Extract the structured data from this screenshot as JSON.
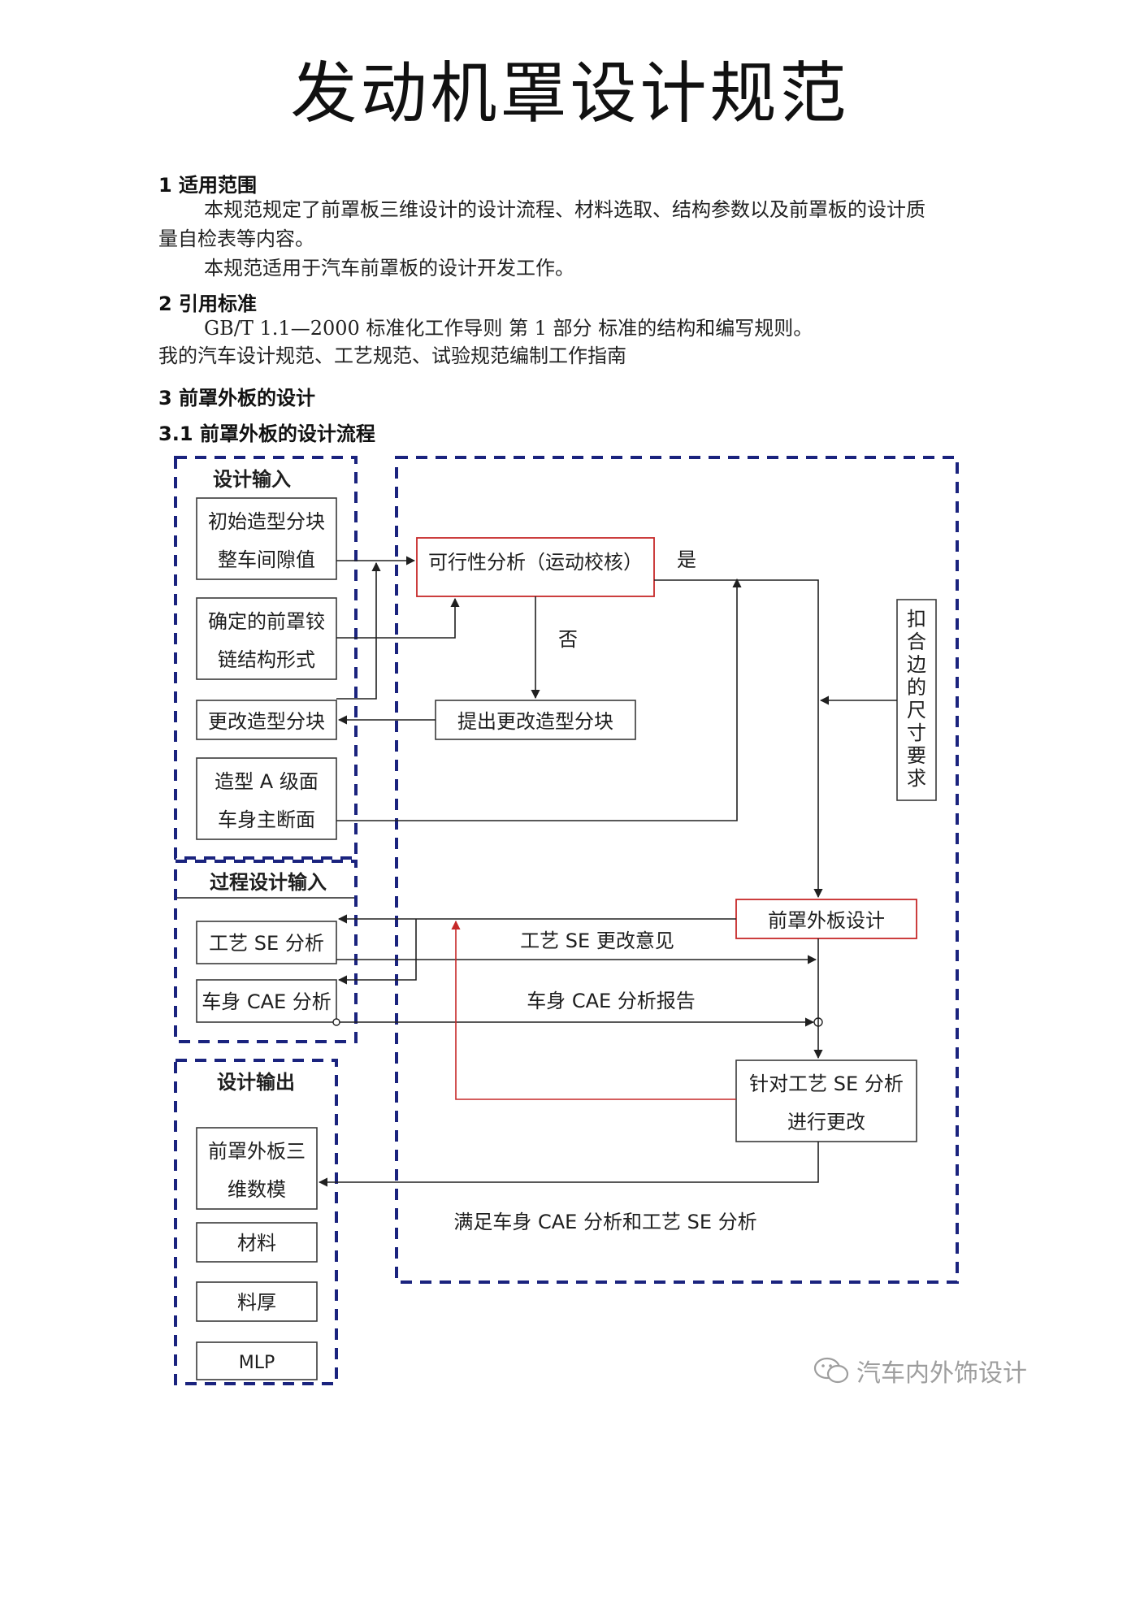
{
  "title": "发动机罩设计规范",
  "section1": {
    "heading": "1  适用范围",
    "para1": "本规范规定了前罩板三维设计的设计流程、材料选取、结构参数以及前罩板的设计质量自检表等内容。",
    "para2": "本规范适用于汽车前罩板的设计开发工作。"
  },
  "section2": {
    "heading": "2  引用标准",
    "ref1": "GB/T 1.1—2000    标准化工作导则  第 1 部分    标准的结构和编写规则。",
    "ref2": "我的汽车设计规范、工艺规范、试验规范编制工作指南"
  },
  "section3": {
    "heading": "3 前罩外板的设计",
    "sub1": "3.1 前罩外板的设计流程"
  },
  "flowchart": {
    "design_input": "设计输入",
    "initial_model": "初始造型分块",
    "vehicle_gap": "整车间隙值",
    "hinge_line1": "确定的前罩铰",
    "hinge_line2": "链结构形式",
    "modify_split": "更改造型分块",
    "a_surface": "造型 A 级面",
    "body_section": "车身主断面",
    "feasibility": "可行性分析（运动校核）",
    "yes": "是",
    "no": "否",
    "propose_change": "提出更改造型分块",
    "flange_req": [
      "扣",
      "合",
      "边",
      "的",
      "尺",
      "寸",
      "要",
      "求"
    ],
    "process_input": "过程设计输入",
    "se_analysis": "工艺 SE 分析",
    "cae_analysis": "车身 CAE 分析",
    "front_panel_design": "前罩外板设计",
    "se_opinion": "工艺 SE 更改意见",
    "cae_report": "车身 CAE 分析报告",
    "se_change_line1": "针对工艺 SE 分析",
    "se_change_line2": "进行更改",
    "design_output": "设计输出",
    "model3d_line1": "前罩外板三",
    "model3d_line2": "维数模",
    "material": "材料",
    "thickness": "料厚",
    "mlp": "MLP",
    "satisfy": "满足车身 CAE 分析和工艺 SE 分析"
  },
  "watermark": "汽车内外饰设计",
  "colors": {
    "dash_blue": "#1a237e",
    "red": "#c62828"
  }
}
